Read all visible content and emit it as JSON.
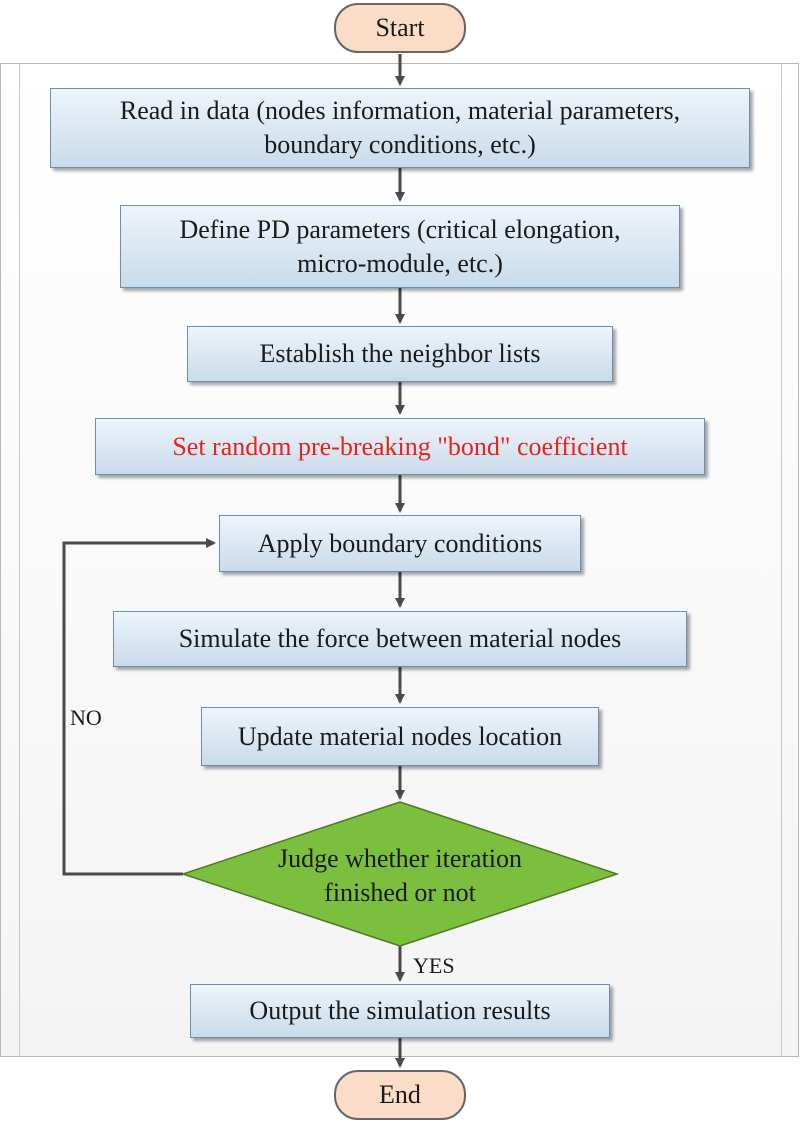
{
  "start": "Start",
  "end": "End",
  "steps": [
    {
      "line1": "Read in data (nodes information, material parameters,",
      "line2": "boundary conditions, etc.)"
    },
    {
      "line1": "Define PD parameters (critical elongation,",
      "line2": "micro-module, etc.)"
    },
    {
      "text": "Establish the neighbor lists"
    },
    {
      "text": "Set random pre-breaking \"bond\" coefficient"
    },
    {
      "text": "Apply boundary conditions"
    },
    {
      "text": "Simulate the force between material nodes"
    },
    {
      "text": "Update material nodes location"
    }
  ],
  "decision": {
    "line1": "Judge whether iteration",
    "line2": "finished or not"
  },
  "output": "Output the  simulation results",
  "labels": {
    "no": "NO",
    "yes": "YES"
  },
  "colors": {
    "highlight_text": "#e8231b",
    "decision_fill": "#7cbf3f",
    "terminal_fill": "#fbdcc6"
  }
}
